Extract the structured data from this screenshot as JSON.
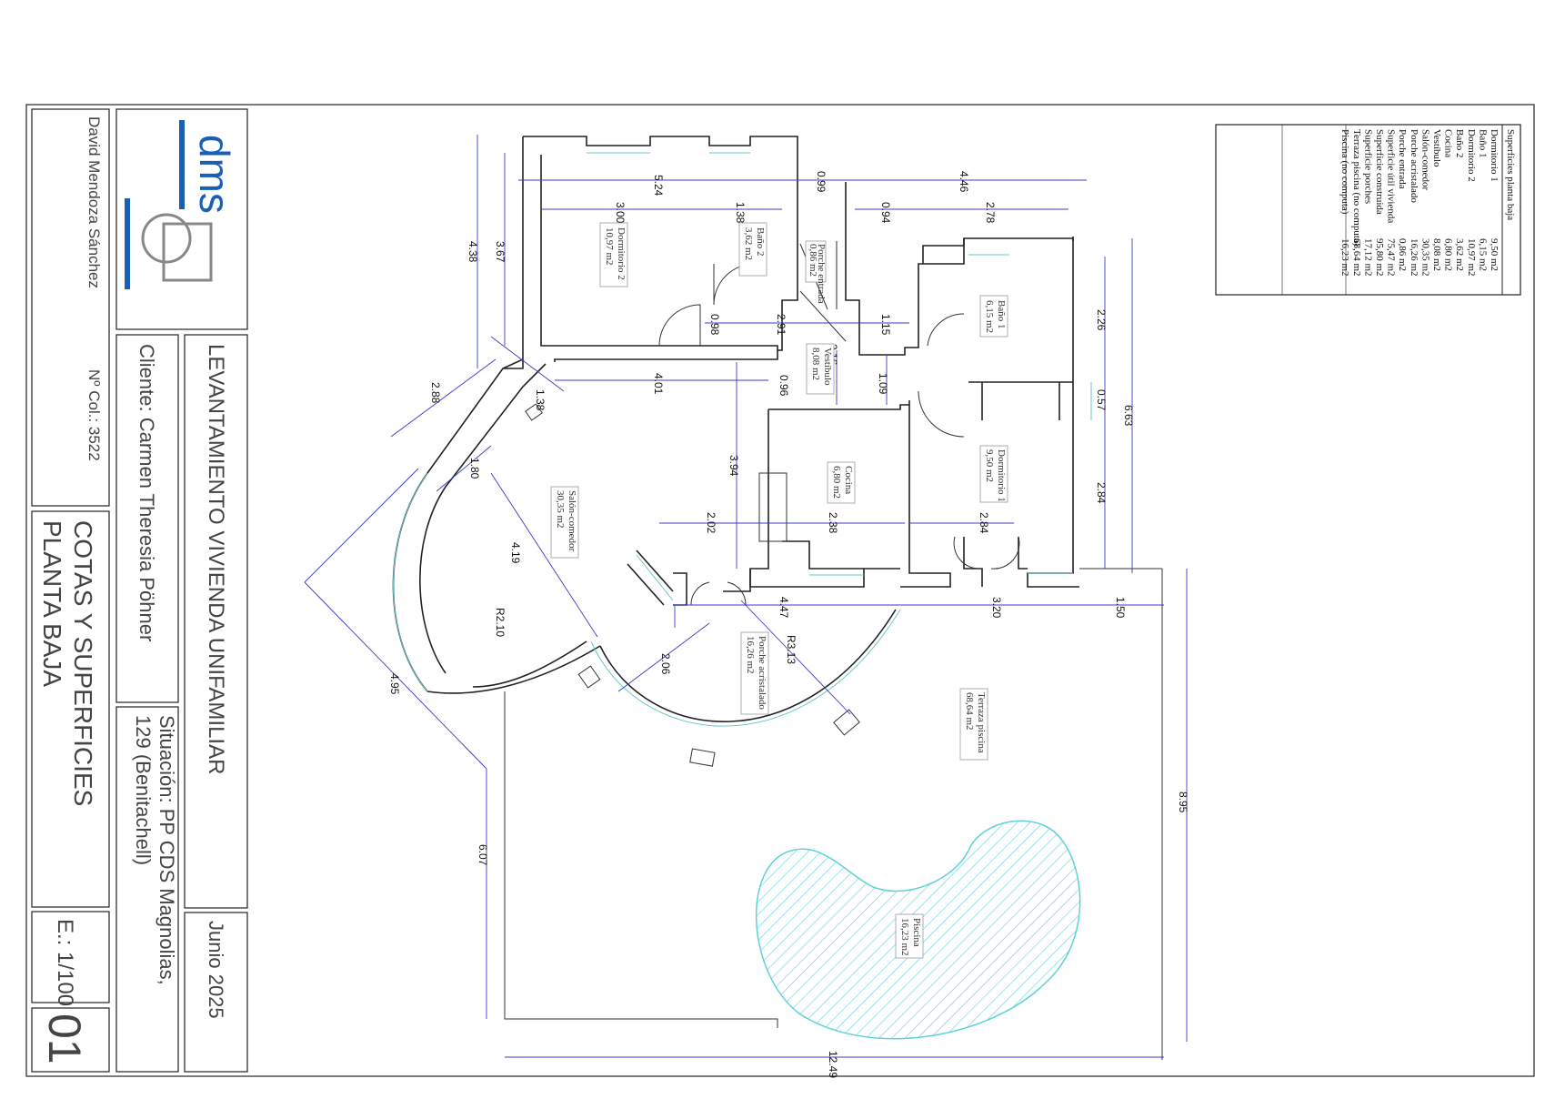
{
  "title_block": {
    "title": "LEVANTAMIENTO VIVIENDA UNIFAMILIAR",
    "date": "Junio 2025",
    "client": "Cliente: Carmen Theresia Pöhner",
    "location_line1": "Situación: PP CDS Magnolias,",
    "location_line2": "129 (Benitachell)",
    "drawing_line1": "COTAS Y SUPERFICIES",
    "drawing_line2": "PLANTA BAJA",
    "scale": "E.: 1/100",
    "sheet": "01",
    "author": "David Mendoza Sánchez",
    "college_no": "Nº Col.: 3522",
    "logo_text": "dms",
    "brand_color": "#1a5fb4"
  },
  "areas_table": {
    "title": "Superficies planta baja",
    "rows": [
      {
        "label": "Dormitorio 1",
        "value": "9,50 m2"
      },
      {
        "label": "Baño 1",
        "value": "6,15 m2"
      },
      {
        "label": "Dormitorio 2",
        "value": "10,97 m2"
      },
      {
        "label": "Baño 2",
        "value": "3,62 m2"
      },
      {
        "label": "Cocina",
        "value": "6,80 m2"
      },
      {
        "label": "Vestíbulo",
        "value": "8,08 m2"
      },
      {
        "label": "Salón-comedor",
        "value": "30,35 m2"
      },
      {
        "label": "Porche acristalado",
        "value": "16,26 m2"
      },
      {
        "label": "Porche entrada",
        "value": "0,86 m2"
      },
      {
        "label": "Superficie útil vivienda",
        "value": "75,47 m2"
      },
      {
        "label": "Superficie construida",
        "value": "95,80 m2"
      },
      {
        "label": "Superficie porches",
        "value": "17,12 m2"
      },
      {
        "label": "Terraza piscina (no computa)",
        "value": "68,64 m2"
      },
      {
        "label": "Piscina (no computa)",
        "value": "16,23 m2"
      }
    ]
  },
  "rooms": {
    "dormitorio2": {
      "name": "Dormitorio 2",
      "area": "10,97 m2"
    },
    "bano2": {
      "name": "Baño 2",
      "area": "3,62 m2"
    },
    "porche_entrada": {
      "name": "Porche entrada",
      "area": "0,86 m2"
    },
    "vestibulo": {
      "name": "Vestíbulo",
      "area": "8,08 m2"
    },
    "bano1": {
      "name": "Baño 1",
      "area": "6,15 m2"
    },
    "cocina": {
      "name": "Cocina",
      "area": "6,80 m2"
    },
    "dormitorio1": {
      "name": "Dormitorio 1",
      "area": "9,50 m2"
    },
    "salon": {
      "name": "Salón-comedor",
      "area": "30,35 m2"
    },
    "porche_acristalado": {
      "name": "Porche acristalado",
      "area": "16,26 m2"
    },
    "terraza": {
      "name": "Terraza piscina",
      "area": "68,64 m2"
    },
    "piscina": {
      "name": "Piscina",
      "area": "16,23 m2"
    }
  },
  "dimensions": {
    "d_5_24": "5.24",
    "d_0_99": "0.99",
    "d_4_46": "4.46",
    "d_3_00": "3.00",
    "d_1_38a": "1.38",
    "d_0_94": "0.94",
    "d_2_78": "2.78",
    "d_4_38": "4.38",
    "d_3_67": "3.67",
    "d_2_26": "2.26",
    "d_6_63": "6.63",
    "d_0_98": "0.98",
    "d_2_91": "2.91",
    "d_1_15": "1.15",
    "d_2_16": "2.16",
    "d_4_01": "4.01",
    "d_0_96": "0.96",
    "d_1_09": "1.09",
    "d_0_57": "0.57",
    "d_2_88": "2.88",
    "d_1_38b": "1.38",
    "d_1_80": "1.80",
    "d_3_94": "3.94",
    "d_2_84a": "2.84",
    "d_2_84b": "2.84",
    "d_2_02": "2.02",
    "d_2_38": "2.38",
    "d_4_19": "4.19",
    "d_r2_10": "R2.10",
    "d_4_47": "4.47",
    "d_3_20": "3.20",
    "d_1_50": "1.50",
    "d_r3_13": "R3.13",
    "d_2_06": "2.06",
    "d_4_95": "4.95",
    "d_8_95": "8.95",
    "d_6_07": "6.07",
    "d_12_49": "12.49"
  },
  "colors": {
    "wall": "#222222",
    "dimension": "#3a3ad0",
    "glass": "#6bc7c7",
    "pool": "#5fd0dc"
  }
}
